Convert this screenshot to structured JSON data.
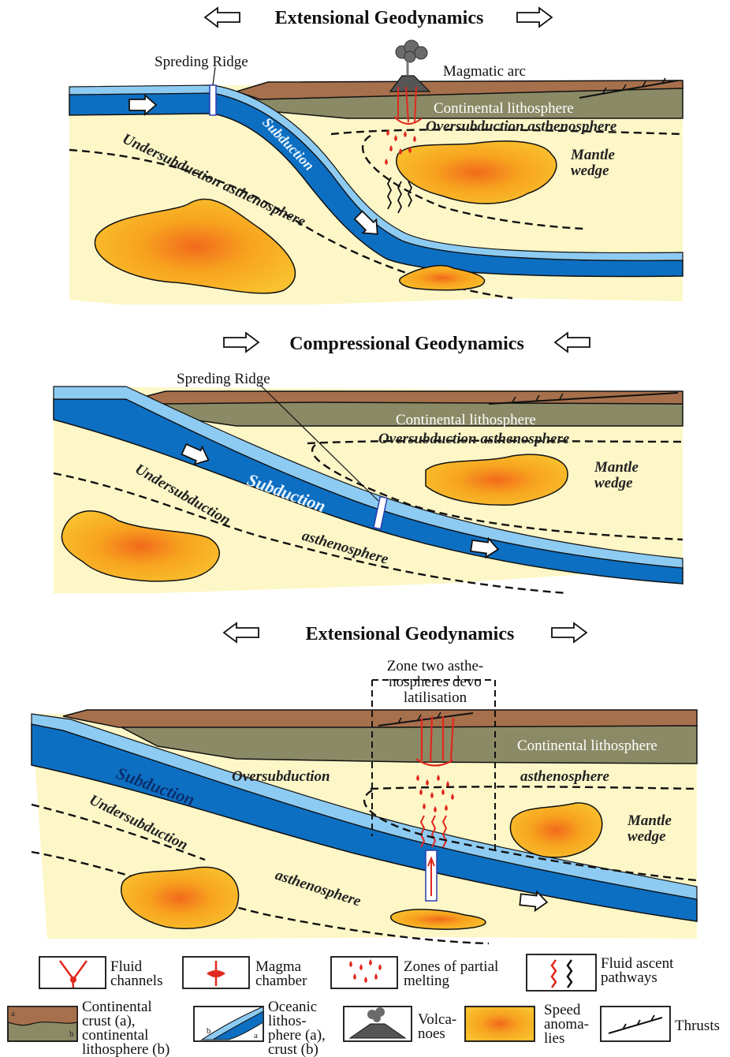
{
  "panels": [
    {
      "title": "Extensional Geodynamics",
      "labels": {
        "ridge": "Spreding Ridge",
        "arc": "Magmatic arc",
        "cont_lith": "Continental  lithosphere",
        "over": "Oversubduction  asthenosphere",
        "mantle1": "Mantle",
        "mantle2": "wedge",
        "subduction": "Subduction",
        "under": "Undersubduction asthenosphere"
      }
    },
    {
      "title": "Compressional Geodynamics",
      "labels": {
        "ridge": "Spreding Ridge",
        "cont_lith": "Continental  lithosphere",
        "over": "Oversubduction   asthenosphere",
        "mantle1": "Mantle",
        "mantle2": "wedge",
        "subduction": "Subduction",
        "under": "Undersubduction",
        "asth": "asthenosphere"
      }
    },
    {
      "title": "Extensional Geodynamics",
      "labels": {
        "zone1": "Zone two asthe-",
        "zone2": "nospheres devo",
        "zone3": "latilisation",
        "cont_lith": "Continental  lithosphere",
        "over": "Oversubduction",
        "asth_right": "asthenosphere",
        "mantle1": "Mantle",
        "mantle2": "wedge",
        "subduction": "Subduction",
        "under": "Undersubduction",
        "asth": "asthenosphere"
      }
    }
  ],
  "legend": {
    "row1": [
      {
        "l1": "Fluid",
        "l2": "channels"
      },
      {
        "l1": "Magma",
        "l2": "chamber"
      },
      {
        "l1": "Zones of partial",
        "l2": "melting"
      },
      {
        "l1": "Fluid ascent",
        "l2": "pathways"
      }
    ],
    "row2": {
      "cont": {
        "l1": "Continental",
        "l2": "crust (a),",
        "l3": "continental",
        "l4": "lithosphere (b)",
        "a": "a",
        "b": "b"
      },
      "ocean": {
        "l1": "Oceanic",
        "l2": "lithos-",
        "l3": "phere (a),",
        "l4": "crust (b)",
        "a": "a",
        "b": "b"
      },
      "volc": {
        "l1": "Volca-",
        "l2": "noes"
      },
      "speed": {
        "l1": "Speed",
        "l2": "anoma-",
        "l3": "lies"
      },
      "thrust": {
        "l1": "Thrusts"
      }
    }
  },
  "colors": {
    "asthenosphere": "#fdf7c8",
    "oceanic_lith": "#0d6fc2",
    "oceanic_crust": "#8ecbf2",
    "cont_crust": "#a7704c",
    "cont_lith": "#8b8a66",
    "anomaly": "#f4a81a",
    "fluid": "#e0281e"
  }
}
